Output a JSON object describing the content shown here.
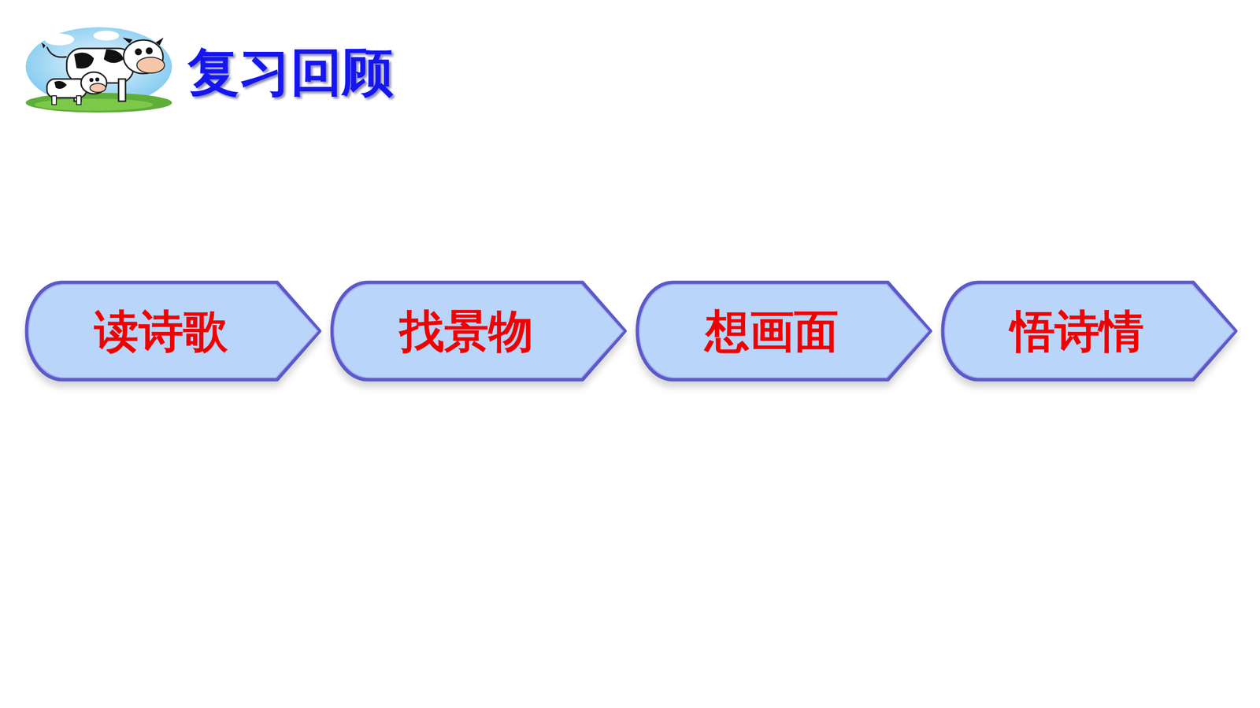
{
  "diagram": {
    "title": "复习回顾",
    "nodes": [
      {
        "text": [
          "读诗歌"
        ]
      },
      {
        "text": [
          "找景物"
        ]
      },
      {
        "text": [
          "想画面"
        ]
      },
      {
        "text": [
          "悟诗情"
        ]
      }
    ]
  }
}
